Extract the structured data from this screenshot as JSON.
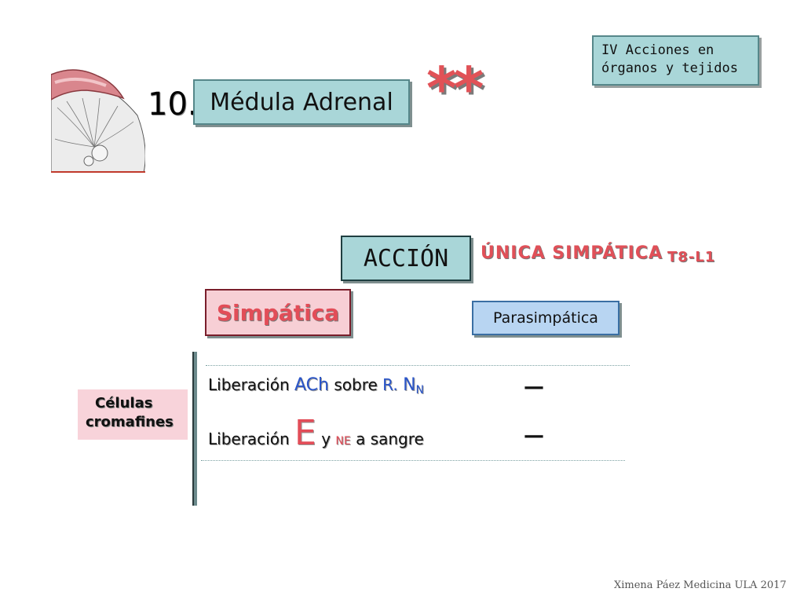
{
  "slide": {
    "number": "10.",
    "title": "Médula Adrenal",
    "stars": "**",
    "section_label": "IV Acciones en órganos y tejidos",
    "accion_label": "ACCIÓN",
    "accion_note": "ÚNICA SIMPÁTICA",
    "accion_note_sub": "T8-L1",
    "sympathetic_label": "Simpática",
    "parasympathetic_label": "Parasimpática",
    "cells_line1": "Células",
    "cells_line2": "cromafines",
    "row1": {
      "prefix": "Liberación",
      "ach": "ACh",
      "mid": "sobre",
      "receptor": "R.",
      "n": "N",
      "n_sub": "N",
      "dash": "—"
    },
    "row2": {
      "prefix": "Liberación",
      "e": "E",
      "y": "y",
      "ne": "NE",
      "suffix": "a sangre",
      "dash": "—"
    },
    "footer": "Ximena Páez Medicina ULA 2017"
  },
  "colors": {
    "teal_box": "#a9d6d8",
    "pink_box": "#f7cfd5",
    "blue_box": "#b8d5f2",
    "accent_red": "#e24d58",
    "accent_blue": "#2a55c9"
  },
  "icons": {
    "gland": "adrenal-gland-illustration"
  }
}
